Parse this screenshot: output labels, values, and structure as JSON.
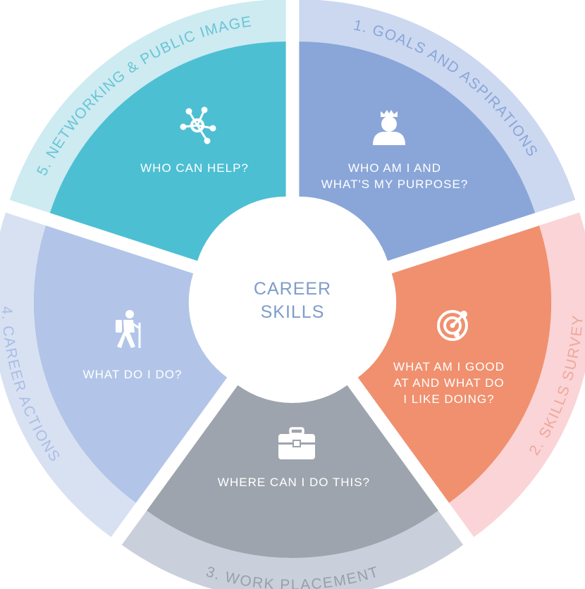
{
  "center": {
    "lines": [
      "CAREER",
      "SKILLS"
    ],
    "color": "#7f9ccb"
  },
  "segments": [
    {
      "id": "goals",
      "ring_label": "1. GOALS AND ASPIRATIONS",
      "question_lines": [
        "WHO AM I AND",
        "WHAT'S MY PURPOSE?"
      ],
      "icon": "person-crown-icon",
      "inner_color": "#8aa6d8",
      "outer_color": "#cbd8f0",
      "text_color": "#8aa6d8"
    },
    {
      "id": "skills",
      "ring_label": "2. SKILLS SURVEY",
      "question_lines": [
        "WHAT AM I GOOD",
        "AT AND WHAT DO",
        "I LIKE DOING?"
      ],
      "icon": "radar-target-icon",
      "inner_color": "#f0906f",
      "outer_color": "#fad4d7",
      "text_color": "#f1a79a"
    },
    {
      "id": "placement",
      "ring_label": "3. WORK PLACEMENT",
      "question_lines": [
        "WHERE CAN I DO THIS?"
      ],
      "icon": "briefcase-icon",
      "inner_color": "#9ea4ad",
      "outer_color": "#c9cfdb",
      "text_color": "#9aa0aa"
    },
    {
      "id": "actions",
      "ring_label": "4. CAREER ACTIONS",
      "question_lines": [
        "WHAT DO I DO?"
      ],
      "icon": "hiker-icon",
      "inner_color": "#b2c5e8",
      "outer_color": "#d8e1f2",
      "text_color": "#a9bde5"
    },
    {
      "id": "networking",
      "ring_label": "5. NETWORKING & PUBLIC IMAGE",
      "question_lines": [
        "WHO CAN HELP?"
      ],
      "icon": "network-nodes-icon",
      "inner_color": "#4dbfd3",
      "outer_color": "#cdebf1",
      "text_color": "#69c5d6"
    }
  ]
}
